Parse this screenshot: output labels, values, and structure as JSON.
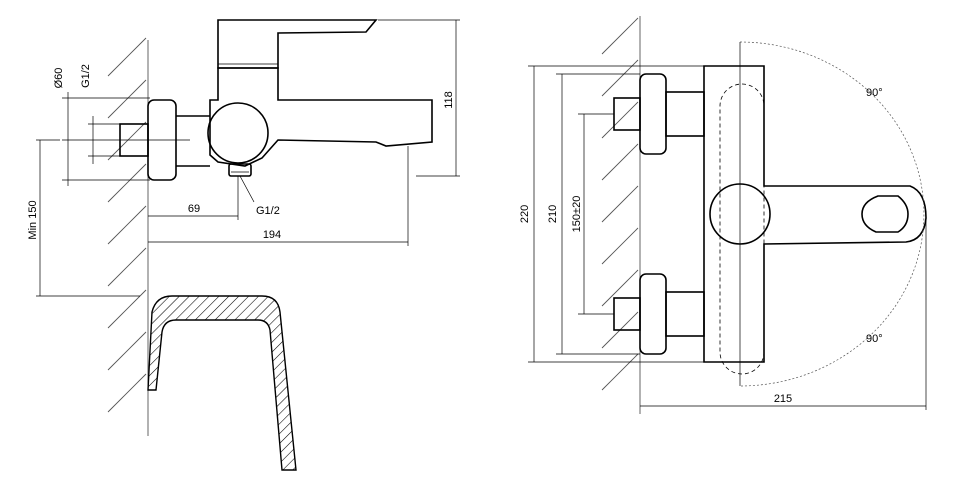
{
  "side_view": {
    "dia60": "Ø60",
    "g12_top": "G1/2",
    "dim_69": "69",
    "g12_bottom": "G1/2",
    "dim_194": "194",
    "min150": "Min 150",
    "dim_118": "118"
  },
  "front_view": {
    "dim_220": "220",
    "dim_210": "210",
    "dim_150": "150±20",
    "angle_top": "90°",
    "angle_bottom": "90°",
    "dim_215": "215"
  }
}
